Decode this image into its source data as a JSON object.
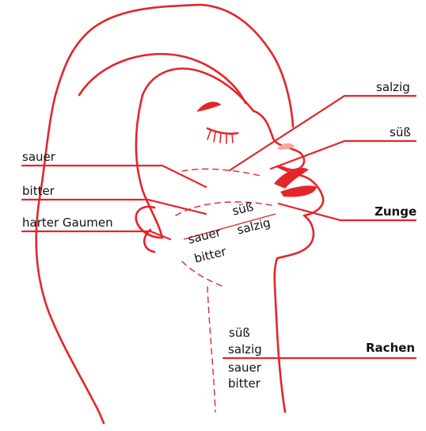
{
  "colors": {
    "line": "#e3262b",
    "lip": "#e3262b",
    "nose_tint": "#f2a7a3",
    "text": "#111111"
  },
  "labels": {
    "left": {
      "sauer": "sauer",
      "bitter": "bitter",
      "harter_gaumen": "harter Gaumen"
    },
    "right": {
      "salzig": "salzig",
      "suess": "süß",
      "zunge": "Zunge",
      "rachen": "Rachen"
    },
    "tongue": {
      "suess": "süß",
      "salzig": "salzig",
      "sauer": "sauer",
      "bitter": "bitter"
    },
    "throat": {
      "suess": "süß",
      "salzig": "salzig",
      "sauer": "sauer",
      "bitter": "bitter"
    }
  }
}
